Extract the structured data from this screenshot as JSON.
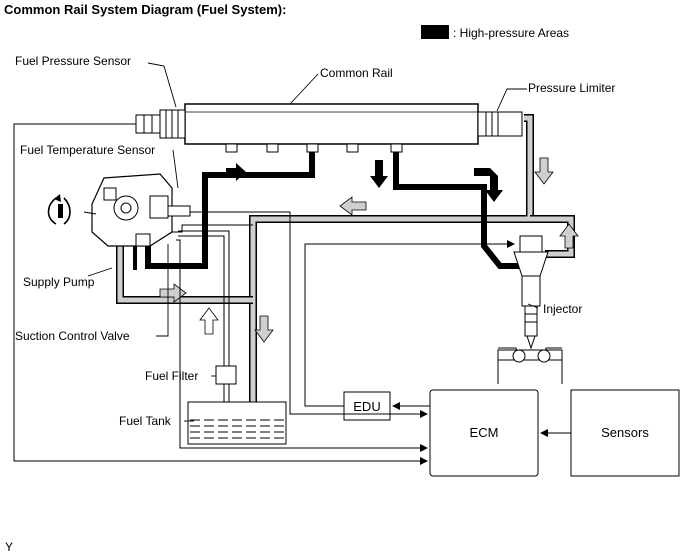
{
  "diagram": {
    "title": "Common Rail System Diagram (Fuel System):",
    "legend": {
      "label": ": High-pressure Areas",
      "swatch_color": "#000000"
    },
    "labels": {
      "fuel_pressure_sensor": "Fuel Pressure Sensor",
      "common_rail": "Common Rail",
      "pressure_limiter": "Pressure Limiter",
      "fuel_temperature_sensor": "Fuel Temperature Sensor",
      "supply_pump": "Supply Pump",
      "injector": "Injector",
      "suction_control_valve": "Suction Control Valve",
      "fuel_filter": "Fuel Filter",
      "fuel_tank": "Fuel Tank"
    },
    "boxes": {
      "edu": "EDU",
      "ecm": "ECM",
      "sensors": "Sensors"
    },
    "footer_code": "Y",
    "colors": {
      "high_pressure": "#000000",
      "low_pressure_fill": "#cfcfcf",
      "line": "#000000"
    }
  }
}
